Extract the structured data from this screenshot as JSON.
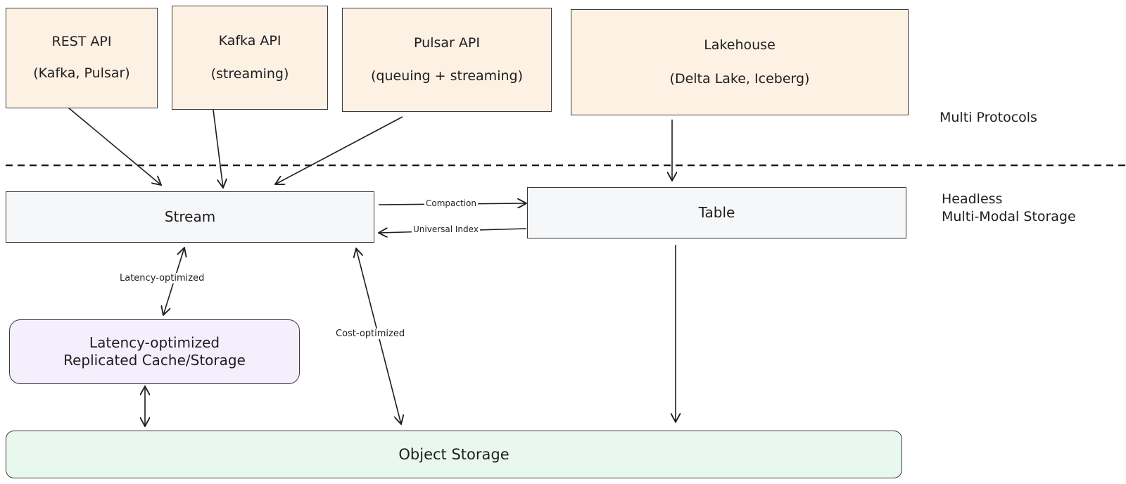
{
  "layers": {
    "protocols_label": "Multi Protocols",
    "storage_label_line1": "Headless",
    "storage_label_line2": "Multi-Modal Storage"
  },
  "protocols": [
    {
      "title": "REST API",
      "subtitle": "(Kafka, Pulsar)"
    },
    {
      "title": "Kafka API",
      "subtitle": "(streaming)"
    },
    {
      "title": "Pulsar API",
      "subtitle": "(queuing + streaming)"
    },
    {
      "title": "Lakehouse",
      "subtitle": "(Delta Lake, Iceberg)"
    }
  ],
  "storage": {
    "stream": "Stream",
    "table": "Table",
    "cache_line1": "Latency-optimized",
    "cache_line2": "Replicated Cache/Storage",
    "object": "Object Storage"
  },
  "edges": {
    "compaction": "Compaction",
    "universal_index": "Universal Index",
    "latency_optimized": "Latency-optimized",
    "cost_optimized": "Cost-optimized"
  },
  "colors": {
    "protocol_fill": "#fdf1e4",
    "storage_fill": "#f6f7f9",
    "cache_fill": "#f5effd",
    "object_fill": "#e9f8ee",
    "stroke": "#1e1e1e"
  }
}
